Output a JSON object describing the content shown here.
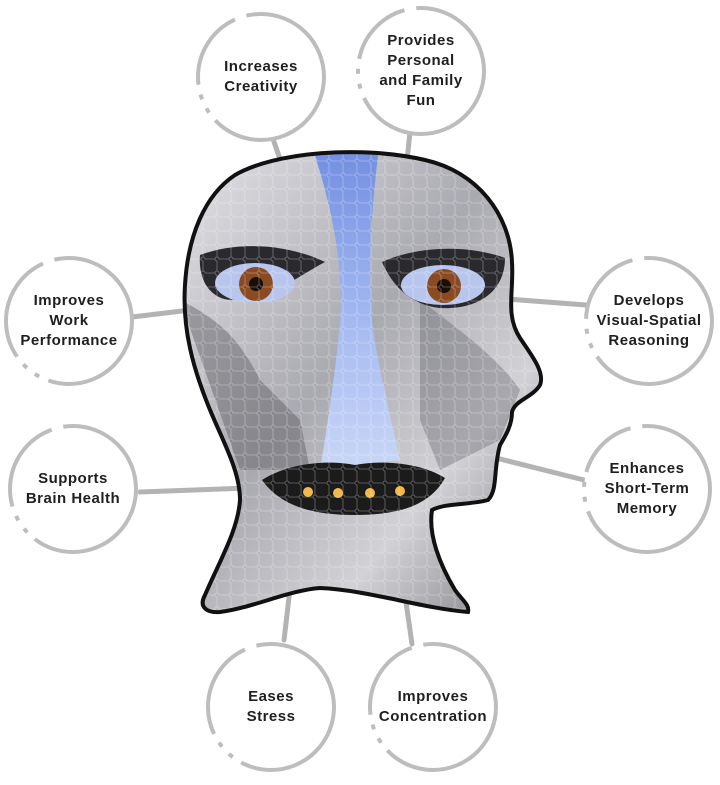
{
  "colors": {
    "ring": "#bdbdbd",
    "connector": "#b3b3b3",
    "text": "#1f1f1f",
    "head_outline": "#111111",
    "head_fill_light": "#d9d9dc",
    "head_fill_dark": "#6e6e74",
    "split_blue": "#8fa6e8",
    "eye_iris": "#8a4b22",
    "eye_white": "#b8c6ee",
    "mouth": "#1b1b1b",
    "teeth": "#f2b84a"
  },
  "benefits": [
    {
      "id": "creativity",
      "label": "Increases\nCreativity"
    },
    {
      "id": "family-fun",
      "label": "Provides\nPersonal\nand Family\nFun"
    },
    {
      "id": "work",
      "label": "Improves\nWork\nPerformance"
    },
    {
      "id": "visual-spatial",
      "label": "Develops\nVisual-Spatial\nReasoning"
    },
    {
      "id": "brain-health",
      "label": "Supports\nBrain Health"
    },
    {
      "id": "memory",
      "label": "Enhances\nShort-Term\nMemory"
    },
    {
      "id": "stress",
      "label": "Eases\nStress"
    },
    {
      "id": "concentration",
      "label": "Improves\nConcentration"
    }
  ]
}
